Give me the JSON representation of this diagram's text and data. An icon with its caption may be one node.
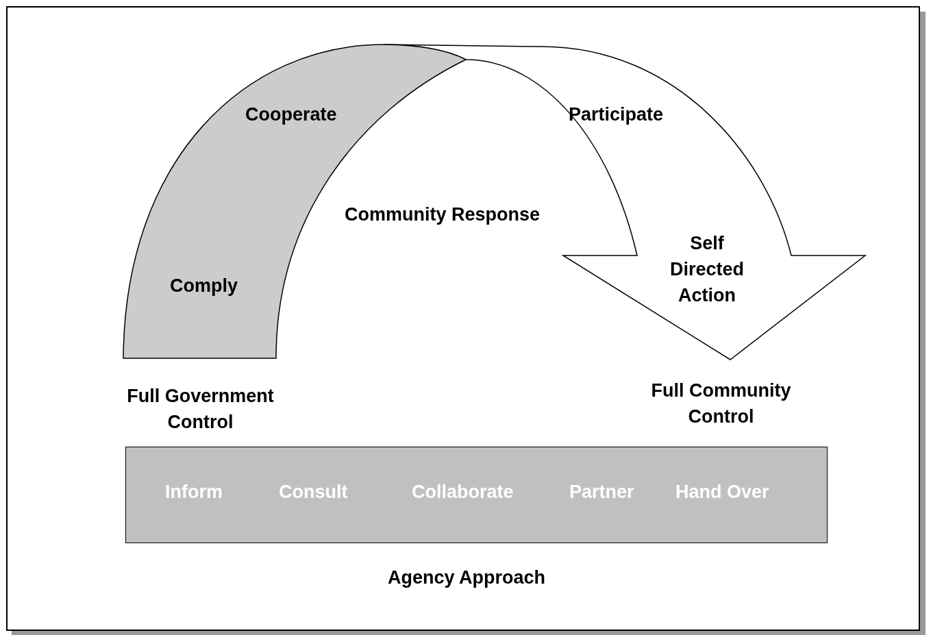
{
  "diagram": {
    "nodes": [
      {
        "text": [
          "Cooperate",
          "Comply"
        ]
      },
      {
        "text": [
          "Participate",
          "Self Directed Action"
        ]
      },
      {
        "text": [
          "Inform",
          "Consult",
          "Collaborate",
          "Partner",
          "Hand Over"
        ]
      }
    ],
    "labels": [
      "Community Response",
      "Full Government Control",
      "Full Community Control",
      "Agency Approach"
    ]
  }
}
